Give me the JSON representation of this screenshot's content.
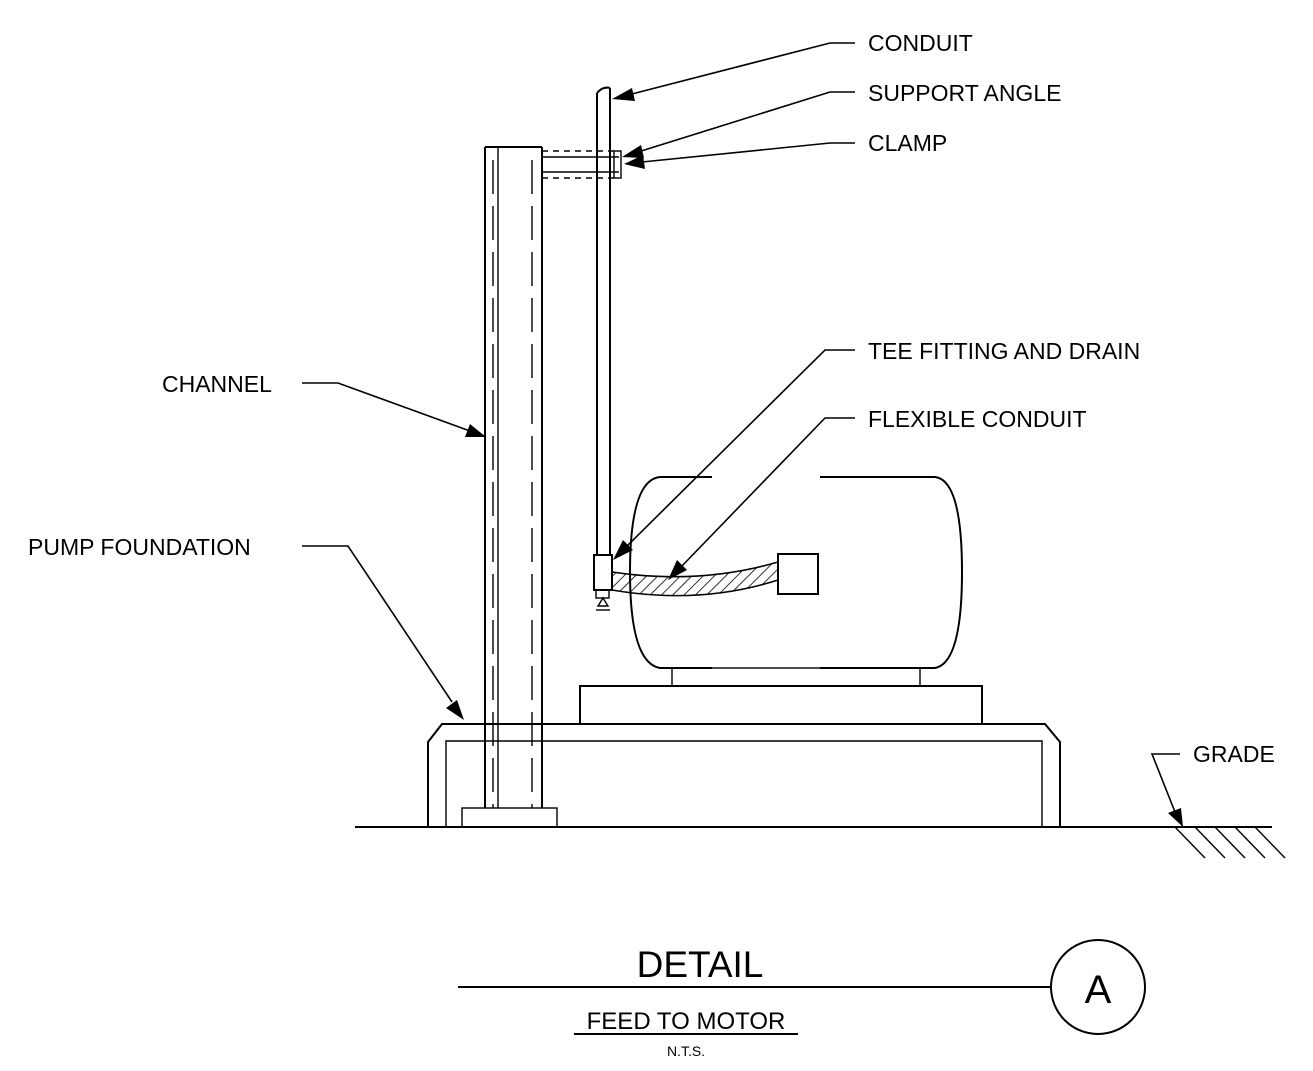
{
  "labels": {
    "conduit": "CONDUIT",
    "support_angle": "SUPPORT ANGLE",
    "clamp": "CLAMP",
    "tee_fitting": "TEE FITTING AND DRAIN",
    "flexible_conduit": "FLEXIBLE CONDUIT",
    "channel": "CHANNEL",
    "pump_foundation": "PUMP FOUNDATION",
    "grade": "GRADE"
  },
  "title_block": {
    "title": "DETAIL",
    "subtitle": "FEED TO MOTOR",
    "scale_note": "N.T.S.",
    "detail_letter": "A"
  }
}
